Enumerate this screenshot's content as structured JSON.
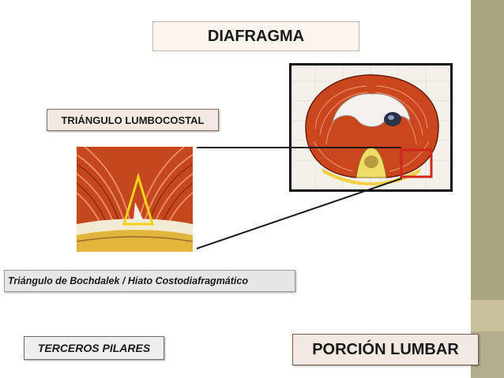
{
  "slide": {
    "title": "DIAFRAGMA",
    "triangle_label": "TRIÁNGULO LUMBOCOSTAL",
    "bochdalek_label": "Triángulo de Bochdalek  / Hiato Costodiafragmático",
    "terceros_label": "TERCEROS PILARES",
    "porcion_label": "PORCIÓN LUMBAR"
  },
  "colors": {
    "label_fill": "#f3e9e3",
    "label_border": "#8a6e5f",
    "side_strip": "#b3ae8b",
    "muscle": "#c4471d",
    "highlight_box": "#d3261b",
    "triangle": "#f2d21a"
  },
  "images": {
    "diagram": "diaphragm-cross-section-illustration",
    "zoom": "bochdalek-triangle-zoomed-view"
  }
}
